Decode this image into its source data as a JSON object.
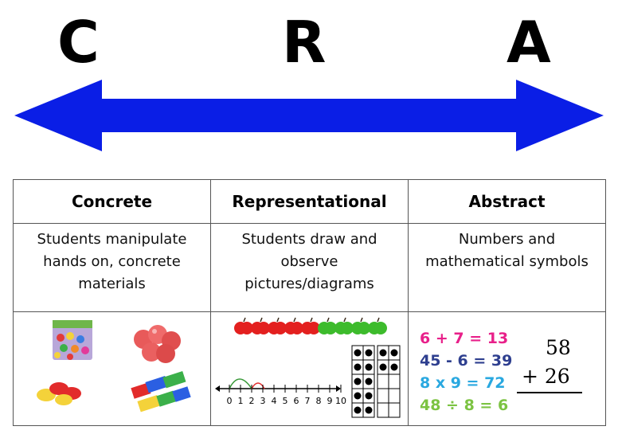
{
  "letters": {
    "c": "C",
    "r": "R",
    "a": "A"
  },
  "colors": {
    "arrow": "#0a1ee6",
    "eq1": "#e8208a",
    "eq2": "#2e3f8f",
    "eq3": "#29a8e0",
    "eq4": "#7cc342"
  },
  "table": {
    "headers": [
      "Concrete",
      "Representational",
      "Abstract"
    ],
    "descriptions": [
      "Students manipulate hands on, concrete materials",
      "Students draw and observe pictures/diagrams",
      "Numbers and mathematical symbols"
    ]
  },
  "concrete_images": [
    "counting-chips-bag",
    "red-apples",
    "two-color-counters",
    "linking-cubes"
  ],
  "representational": {
    "apples": {
      "red": 5,
      "green": 4
    },
    "number_line_labels": [
      "0",
      "1",
      "2",
      "3",
      "4",
      "5",
      "6",
      "7",
      "8",
      "9",
      "10"
    ],
    "ten_frames": [
      {
        "filled": 10
      },
      {
        "filled": 4
      }
    ]
  },
  "abstract": {
    "equations": [
      "6 + 7 = 13",
      "45 - 6 = 39",
      "8 x 9 = 72",
      "48 ÷ 8 = 6"
    ],
    "vertical_sum": {
      "top": "58",
      "bottom": "+ 26"
    }
  }
}
